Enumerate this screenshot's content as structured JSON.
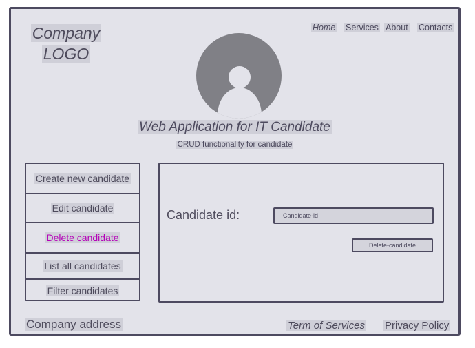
{
  "header": {
    "logo": [
      "Company",
      "LOGO"
    ],
    "nav": [
      "Home",
      "Services",
      "About",
      "Contacts"
    ]
  },
  "hero": {
    "title": "Web Application for IT Candidate",
    "subtitle": "CRUD functionality for candidate"
  },
  "sidebar": {
    "items": [
      {
        "label": "Create new candidate"
      },
      {
        "label": "Edit candidate"
      },
      {
        "label": "Delete candidate"
      },
      {
        "label": "List all candidates"
      },
      {
        "label": "Filter candidates"
      }
    ],
    "active_color": "#b500b8"
  },
  "panel": {
    "candidate_label": "Candidate id:",
    "candidate_input_placeholder": "Candidate-id",
    "delete_button_label": "Delete-candidate"
  },
  "footer": {
    "address": "Company address",
    "terms": "Term of  Services",
    "privacy": "Privacy Policy"
  },
  "colors": {
    "background": "#e3e3ea",
    "border": "#4d4a60",
    "avatar": "#808086"
  }
}
